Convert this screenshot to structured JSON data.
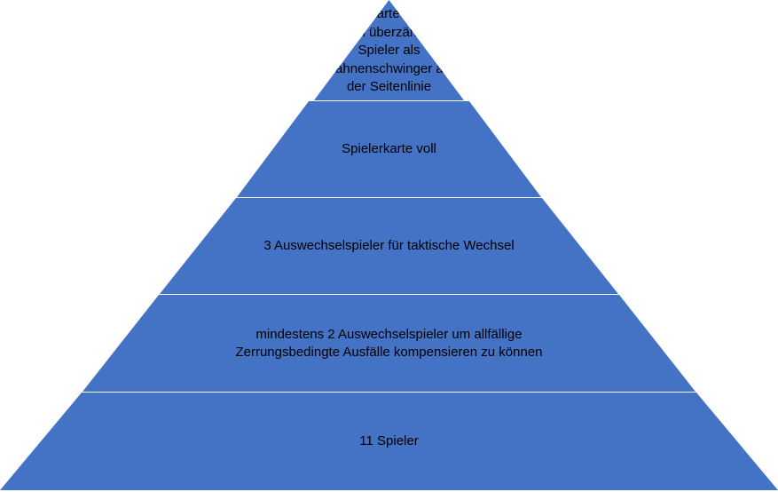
{
  "diagram": {
    "type": "pyramid",
    "fill_color": "#4472c4",
    "text_color": "#000000",
    "tiers": [
      {
        "level": 5,
        "label": "Spielerkarte voll und\neinen überzähligen\nSpieler als\nFahnenschwinger an\nder Seitenlinie"
      },
      {
        "level": 4,
        "label": "Spielerkarte voll"
      },
      {
        "level": 3,
        "label": "3 Auswechselspieler für taktische Wechsel"
      },
      {
        "level": 2,
        "label": "mindestens 2 Auswechselspieler um allfällige\nZerrungsbedingte Ausfälle kompensieren zu können"
      },
      {
        "level": 1,
        "label": "11 Spieler"
      }
    ]
  }
}
